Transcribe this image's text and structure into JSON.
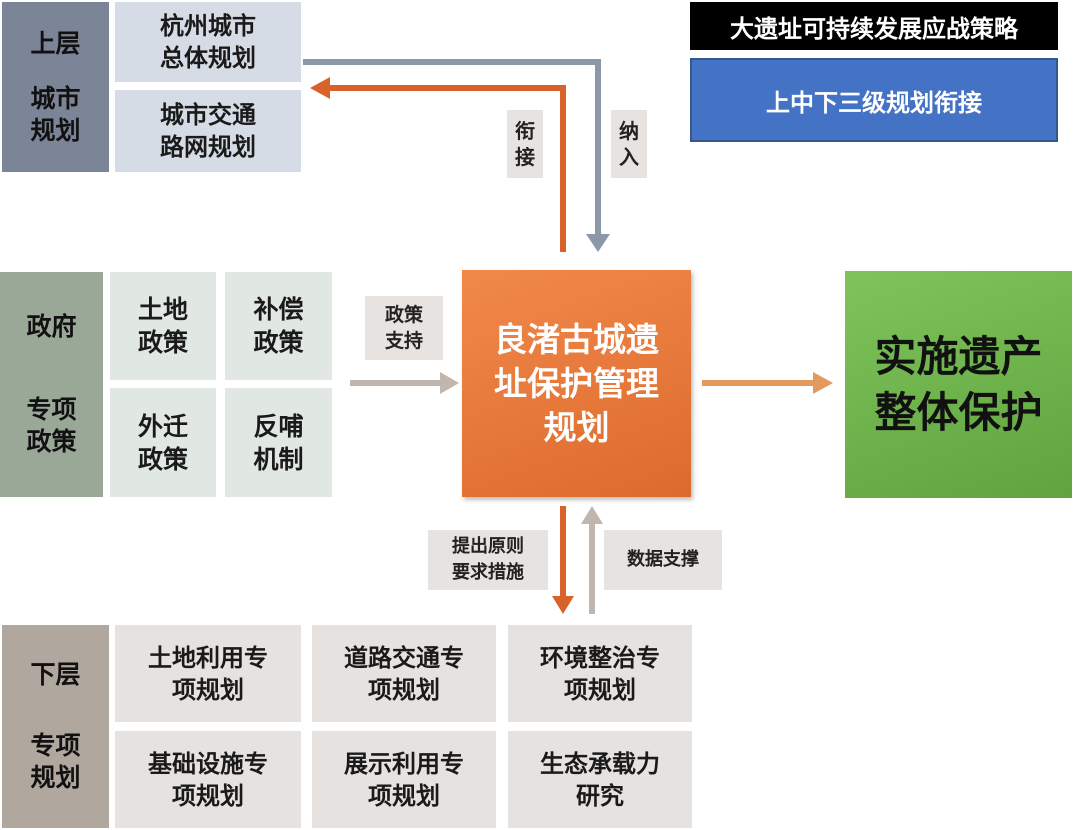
{
  "upper": {
    "side_title": "上层",
    "side_sub": "城市\n规划",
    "items": [
      "杭州城市\n总体规划",
      "城市交通\n路网规划"
    ]
  },
  "gov": {
    "side_title": "政府",
    "side_sub": "专项\n政策",
    "items": [
      "土地\n政策",
      "补偿\n政策",
      "外迁\n政策",
      "反哺\n机制"
    ]
  },
  "lower": {
    "side_title": "下层",
    "side_sub": "专项\n规划",
    "items": [
      "土地利用专\n项规划",
      "道路交通专\n项规划",
      "环境整治专\n项规划",
      "基础设施专\n项规划",
      "展示利用专\n项规划",
      "生态承载力\n研究"
    ]
  },
  "center": {
    "label": "良渚古城遗\n址保护管理\n规划"
  },
  "result": {
    "label": "实施遗产\n整体保护"
  },
  "strategy": {
    "title": "大遗址可持续发展应战策略",
    "subtitle": "上中下三级规划衔接"
  },
  "connectors": {
    "xianjie": "衔\n接",
    "naru": "纳\n入",
    "policy_support": "政策\n支持",
    "principles": "提出原则\n要求措施",
    "data_support": "数据支撑"
  },
  "colors": {
    "orange": "#d9622b",
    "slate": "#8c97a8",
    "taupe": "#b9b1aa",
    "light_orange": "#e59a5d",
    "green": "#6bb04a",
    "blue": "#4472c4"
  }
}
